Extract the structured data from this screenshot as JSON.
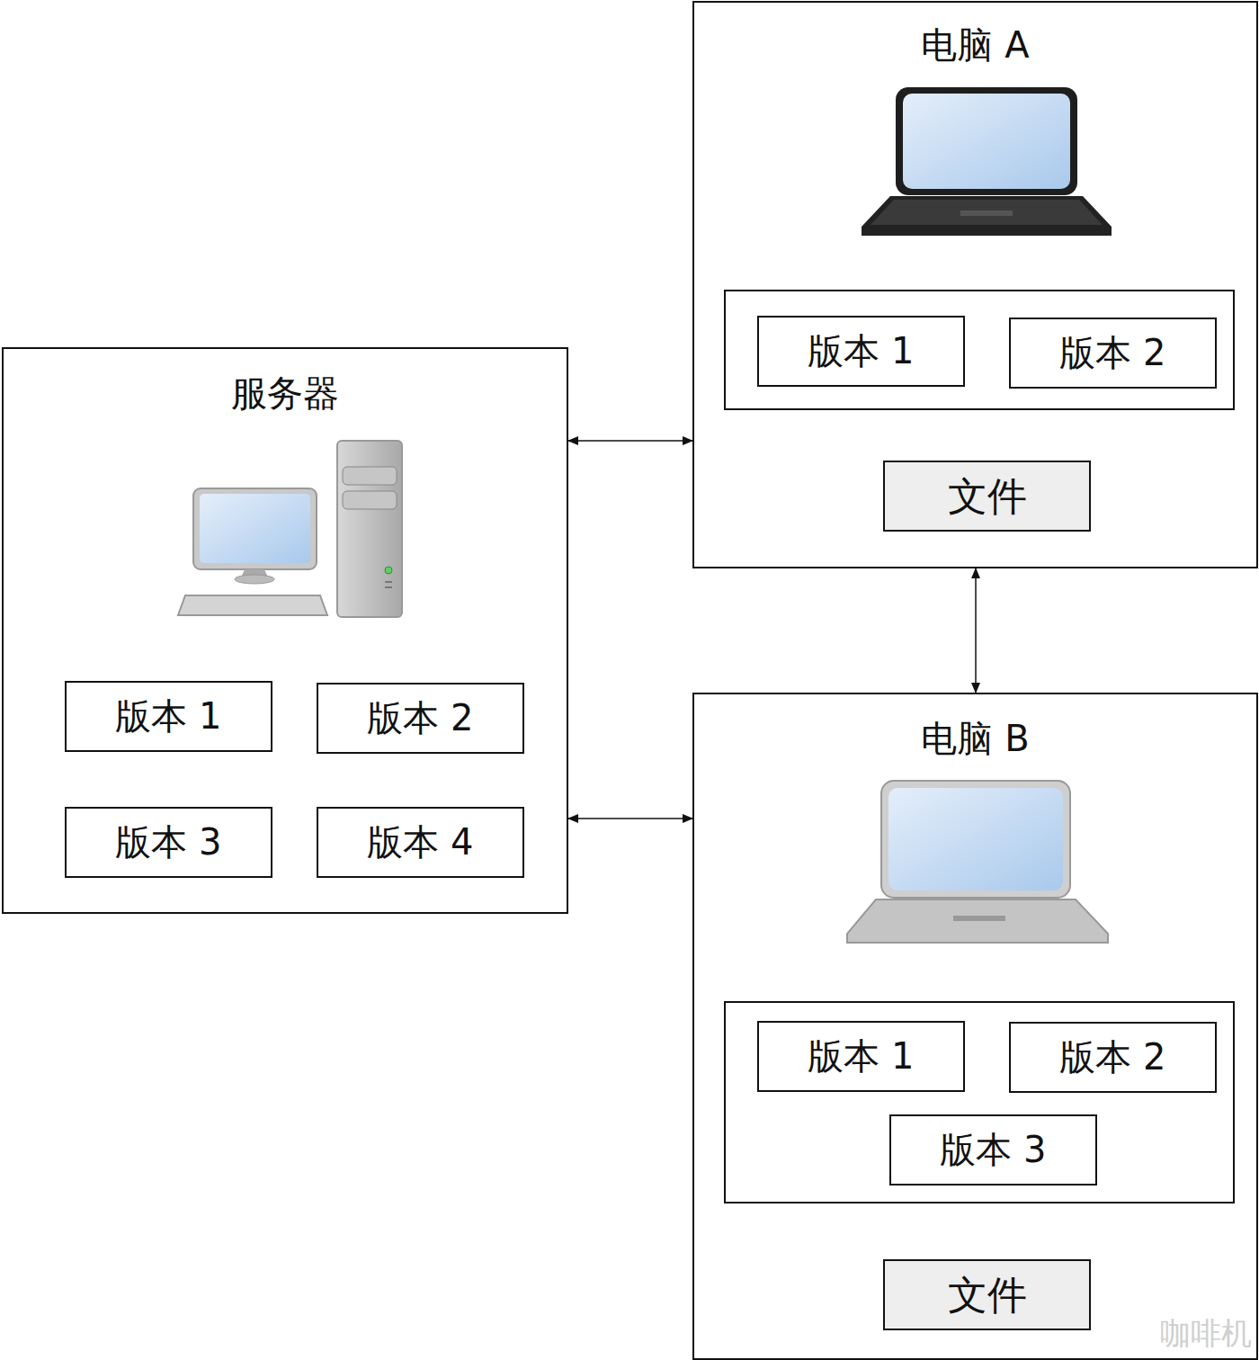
{
  "diagram": {
    "nodes": [
      {
        "text": [
          "服务器"
        ]
      },
      {
        "text": [
          "版本 1"
        ],
        "in": 0
      },
      {
        "text": [
          "版本 2"
        ],
        "in": 0
      },
      {
        "text": [
          "版本 3"
        ],
        "in": 0
      },
      {
        "text": [
          "版本 4"
        ],
        "in": 0
      },
      {
        "text": [
          "电脑 A"
        ]
      },
      {
        "text": [
          "版本 1"
        ],
        "in": 5
      },
      {
        "text": [
          "版本 2"
        ],
        "in": 5
      },
      {
        "text": [
          "文件"
        ],
        "in": 5
      },
      {
        "text": [
          "电脑 B"
        ]
      },
      {
        "text": [
          "版本 1"
        ],
        "in": 9
      },
      {
        "text": [
          "版本 2"
        ],
        "in": 9
      },
      {
        "text": [
          "版本 3"
        ],
        "in": 9
      },
      {
        "text": [
          "文件"
        ],
        "in": 9
      }
    ],
    "edges": [
      {
        "from": 0,
        "to": 5,
        "arrow": "both"
      },
      {
        "from": 0,
        "to": 9,
        "arrow": "both"
      },
      {
        "from": 5,
        "to": 9,
        "arrow": "both"
      }
    ],
    "labels": [
      "咖啡机"
    ]
  }
}
